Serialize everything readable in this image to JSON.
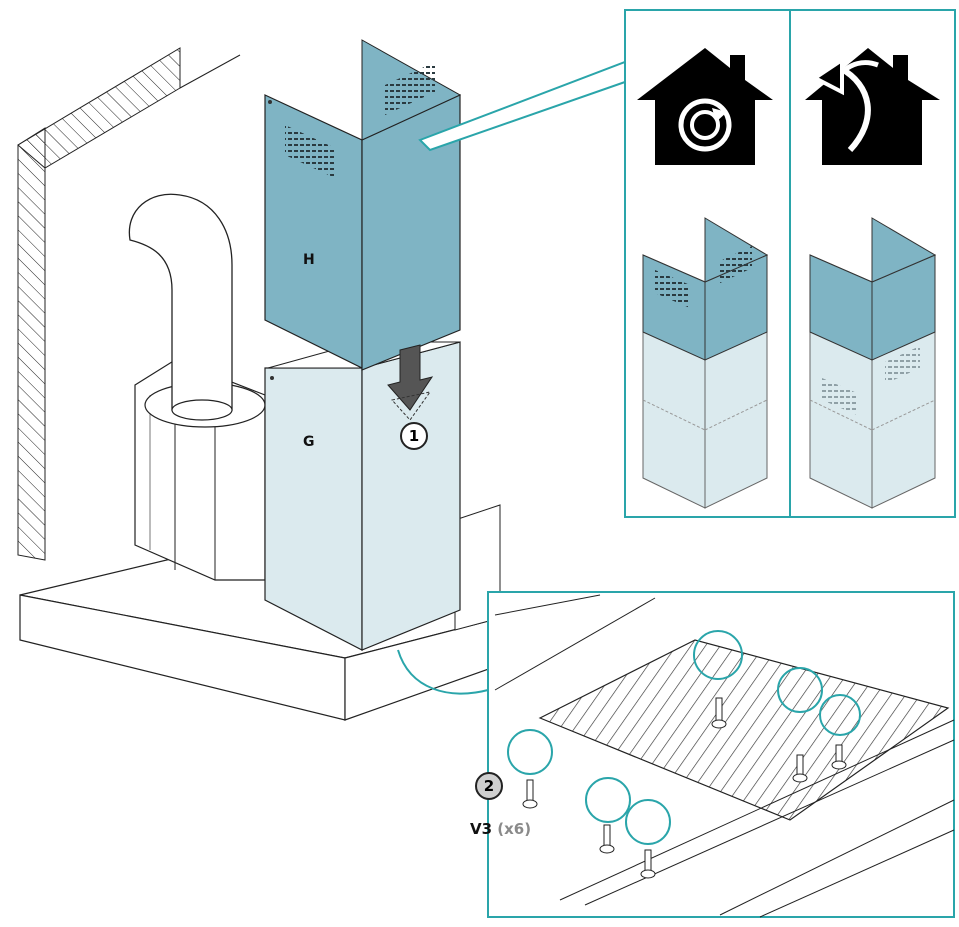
{
  "labels": {
    "upper_chimney": "H",
    "lower_chimney": "G"
  },
  "steps": {
    "step1": "1",
    "step2": "2"
  },
  "screw": {
    "code": "V3",
    "quantity": "(x6)"
  },
  "icons": {
    "option_a": "house-recirculation-icon",
    "option_b": "house-exhaust-icon"
  },
  "colors": {
    "upper_panel": "#7fb4c4",
    "lower_panel": "#dbeaee",
    "callout_frame": "#2aa5aa"
  }
}
